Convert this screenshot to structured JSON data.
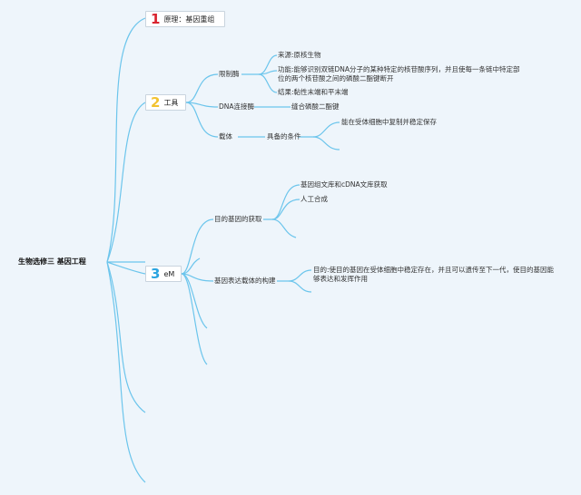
{
  "root": "生物选修三 基因工程",
  "branches": [
    {
      "num": "1",
      "label": "原理：基因重组",
      "color": "#d9232e"
    },
    {
      "num": "2",
      "label": "工具",
      "color": "#f2c230"
    },
    {
      "num": "3",
      "label": "eM",
      "color": "#2aa4e0"
    }
  ],
  "tools": {
    "enzyme": "限制酶",
    "enzyme_children": [
      "来源:原核生物",
      "功能:能够识别双链DNA分子的某种特定的核苷酸序列，并且使每一条链中特定部位的两个核苷酸之间的磷酸二酯键断开",
      "结果:黏性末端和平末端"
    ],
    "ligase": "DNA连接酶",
    "ligase_child": "缝合磷酸二酯键",
    "vector": "载体",
    "vector_child": "具备的条件",
    "vector_grandchild": "能在受体细胞中复制并稳定保存"
  },
  "steps": {
    "get_gene": "目的基因的获取",
    "get_gene_children": [
      "基因组文库和cDNA文库获取",
      "人工合成"
    ],
    "build_vector": "基因表达载体的构建",
    "build_vector_child": "目的:使目的基因在受体细胞中稳定存在，并且可以遗传至下一代，使目的基因能够表达和发挥作用"
  },
  "line_color": "#6cc5ec"
}
